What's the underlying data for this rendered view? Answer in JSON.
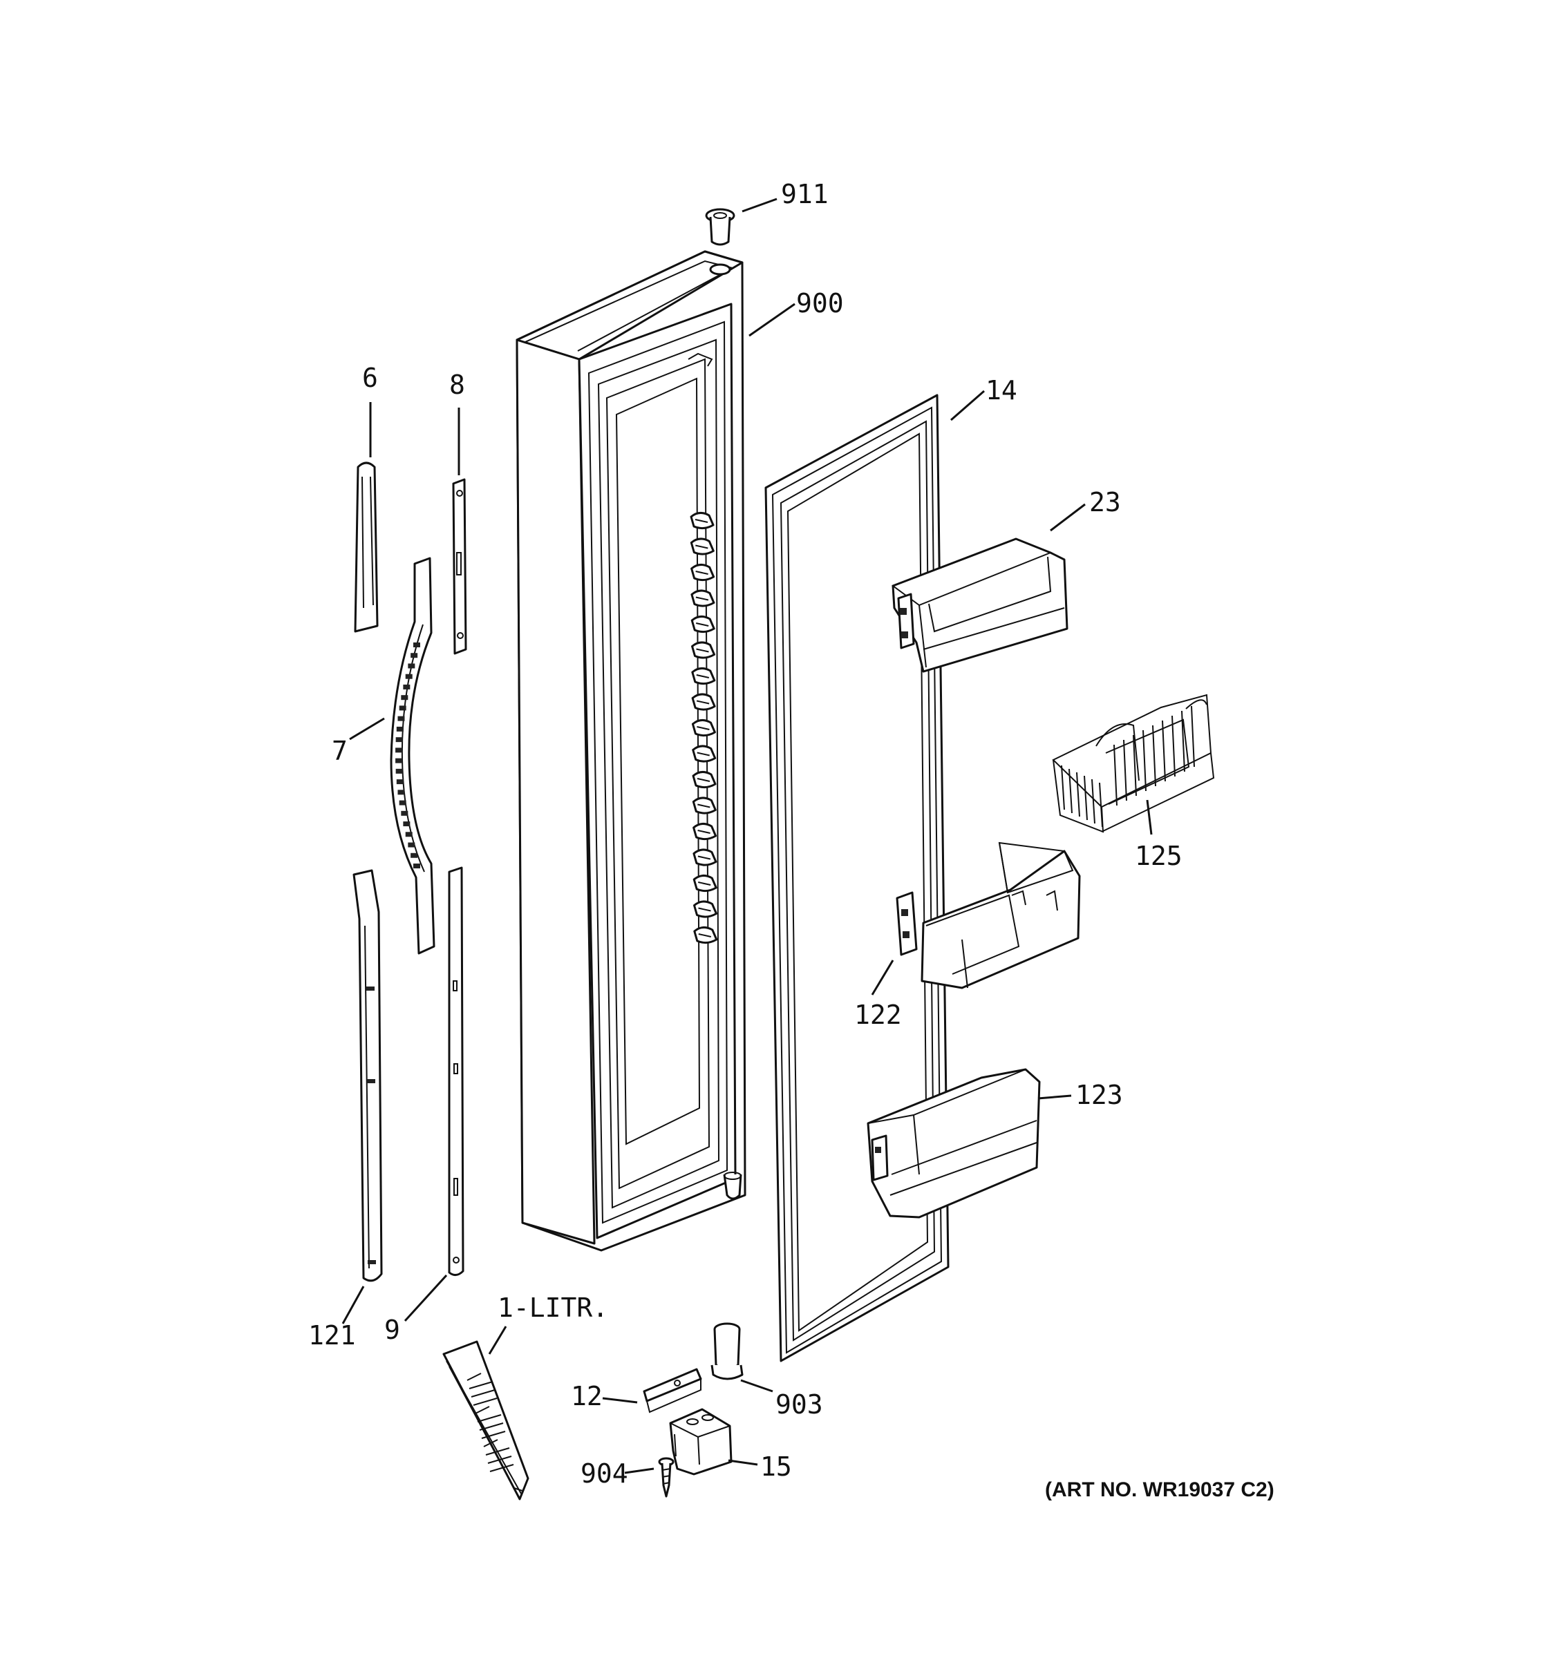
{
  "diagram": {
    "callouts": [
      {
        "id": "911",
        "text": "911"
      },
      {
        "id": "900",
        "text": "900"
      },
      {
        "id": "14",
        "text": "14"
      },
      {
        "id": "6",
        "text": "6"
      },
      {
        "id": "8",
        "text": "8"
      },
      {
        "id": "23",
        "text": "23"
      },
      {
        "id": "7",
        "text": "7"
      },
      {
        "id": "125",
        "text": "125"
      },
      {
        "id": "122",
        "text": "122"
      },
      {
        "id": "123",
        "text": "123"
      },
      {
        "id": "121",
        "text": "121"
      },
      {
        "id": "9",
        "text": "9"
      },
      {
        "id": "1-litr",
        "text": "1-LITR."
      },
      {
        "id": "12",
        "text": "12"
      },
      {
        "id": "903",
        "text": "903"
      },
      {
        "id": "904",
        "text": "904"
      },
      {
        "id": "15",
        "text": "15"
      }
    ],
    "art_number": "(ART NO. WR19037 C2)"
  }
}
